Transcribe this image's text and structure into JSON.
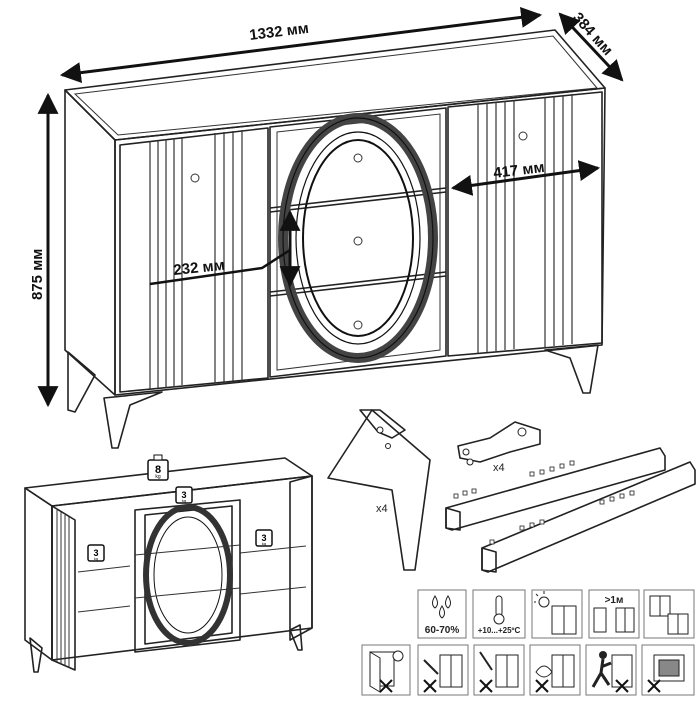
{
  "dimensions": {
    "width": "1332 мм",
    "depth": "384 мм",
    "height": "875 мм",
    "door_width": "417 мм",
    "drawer_height": "232 мм"
  },
  "load_weights": {
    "top": "8",
    "drawer": "3",
    "left_shelf": "3",
    "right_shelf": "3",
    "unit": "kg"
  },
  "parts": {
    "legs_qty": "x4",
    "hinges_qty": "x4"
  },
  "care_icons": {
    "humidity": "60-70%",
    "temperature": "+10...+25ºC",
    "distance": ">1м"
  },
  "icon_names": [
    "droplets-icon",
    "thermometer-icon",
    "sunlight-icon",
    "distance-icon",
    "window-icon",
    "door-ajar-icon",
    "no-step-icon",
    "no-lean-icon",
    "no-wet-cleaning-icon",
    "no-climb-icon",
    "no-heater-icon"
  ]
}
